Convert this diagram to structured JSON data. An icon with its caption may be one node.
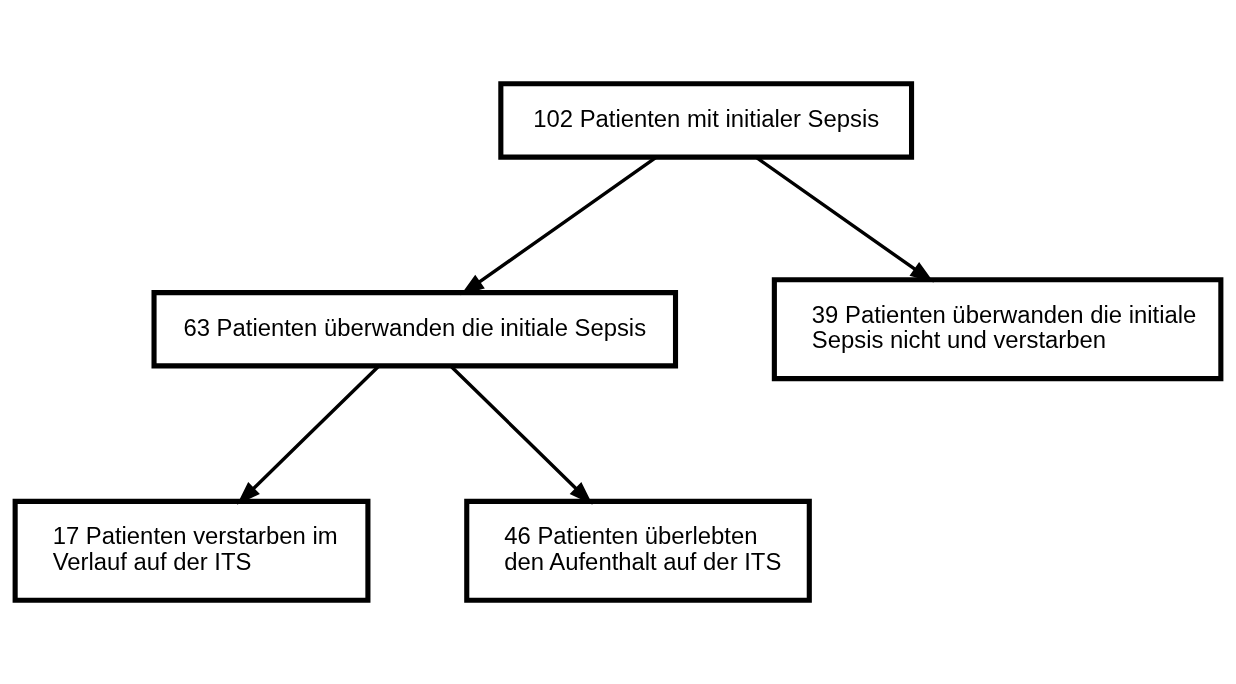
{
  "diagram": {
    "nodes": [
      {
        "text": [
          "102 Patienten mit initialer Sepsis"
        ]
      },
      {
        "text": [
          "63 Patienten überwanden die initiale Sepsis"
        ]
      },
      {
        "text": [
          "39 Patienten überwanden die initiale Sepsis nicht und verstarben"
        ]
      },
      {
        "text": [
          "17 Patienten verstarben im Verlauf auf der ITS"
        ]
      },
      {
        "text": [
          "46 Patienten überlebten den Aufenthalt auf der ITS"
        ]
      }
    ],
    "edges": [
      {
        "from": 0,
        "to": 1,
        "arrow": "to"
      },
      {
        "from": 0,
        "to": 2,
        "arrow": "to"
      },
      {
        "from": 1,
        "to": 3,
        "arrow": "to"
      },
      {
        "from": 1,
        "to": 4,
        "arrow": "to"
      }
    ]
  }
}
